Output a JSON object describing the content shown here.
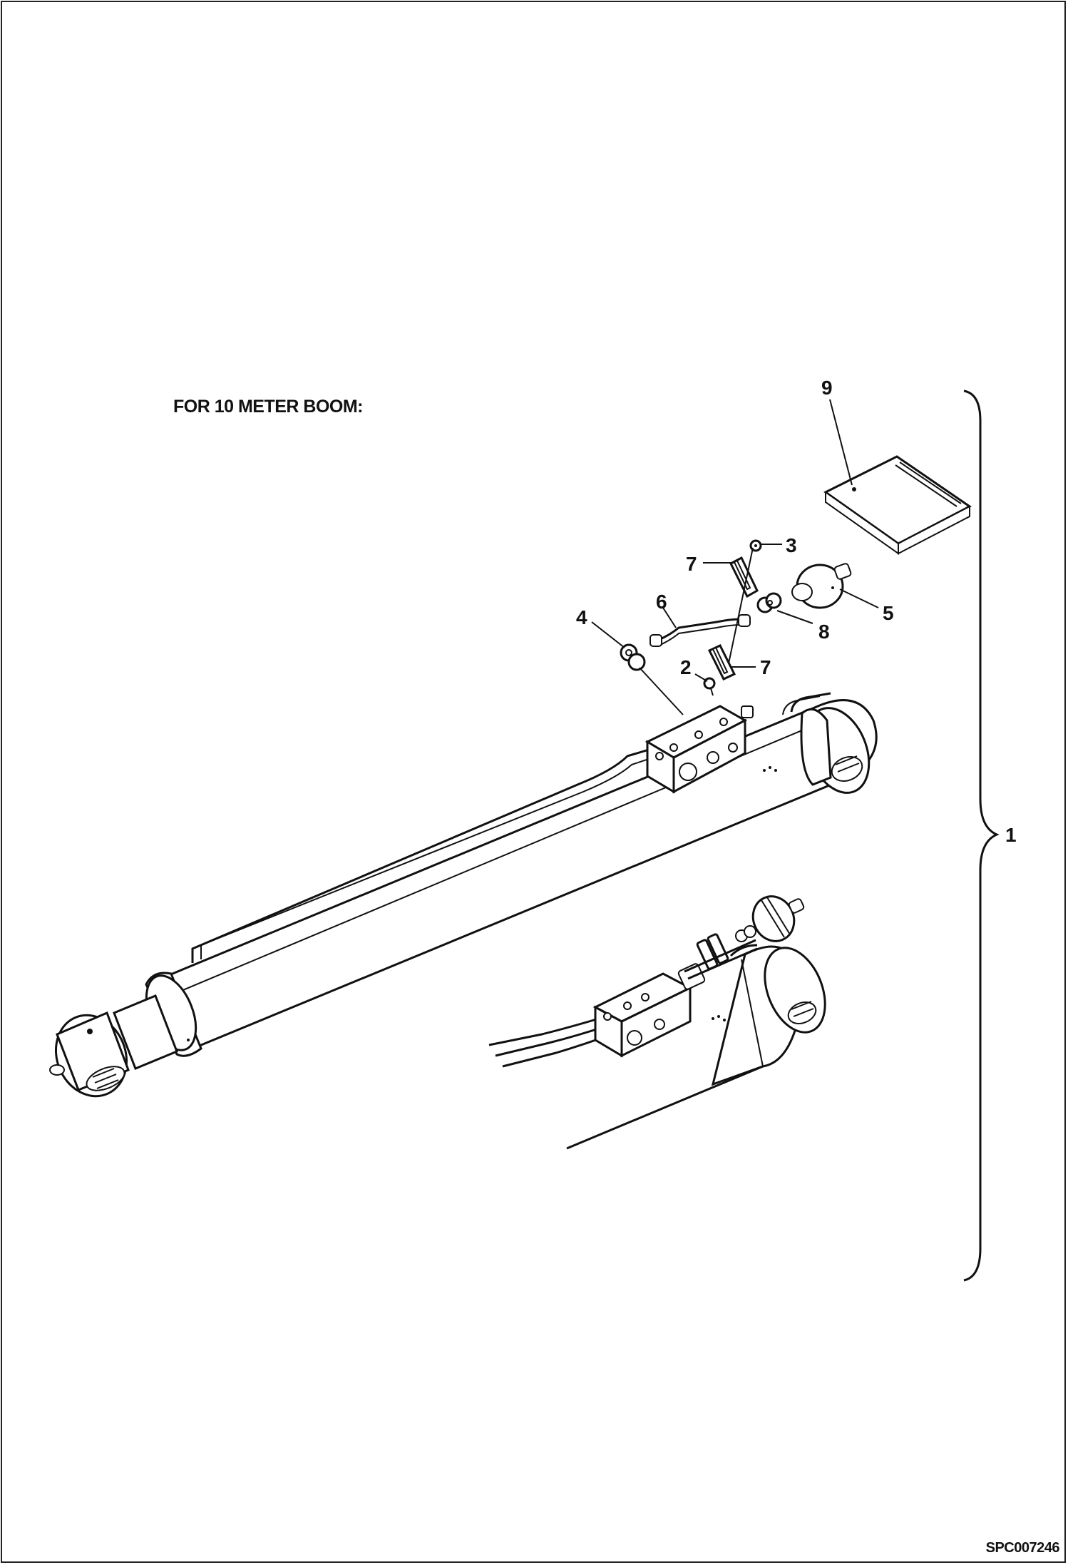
{
  "caption": "FOR 10 METER BOOM:",
  "reference_code": "SPC007246",
  "callouts": [
    {
      "id": "9",
      "label": "9"
    },
    {
      "id": "3",
      "label": "3"
    },
    {
      "id": "7a",
      "label": "7"
    },
    {
      "id": "6",
      "label": "6"
    },
    {
      "id": "4",
      "label": "4"
    },
    {
      "id": "5",
      "label": "5"
    },
    {
      "id": "8",
      "label": "8"
    },
    {
      "id": "2",
      "label": "2"
    },
    {
      "id": "7b",
      "label": "7"
    },
    {
      "id": "1",
      "label": "1"
    }
  ]
}
